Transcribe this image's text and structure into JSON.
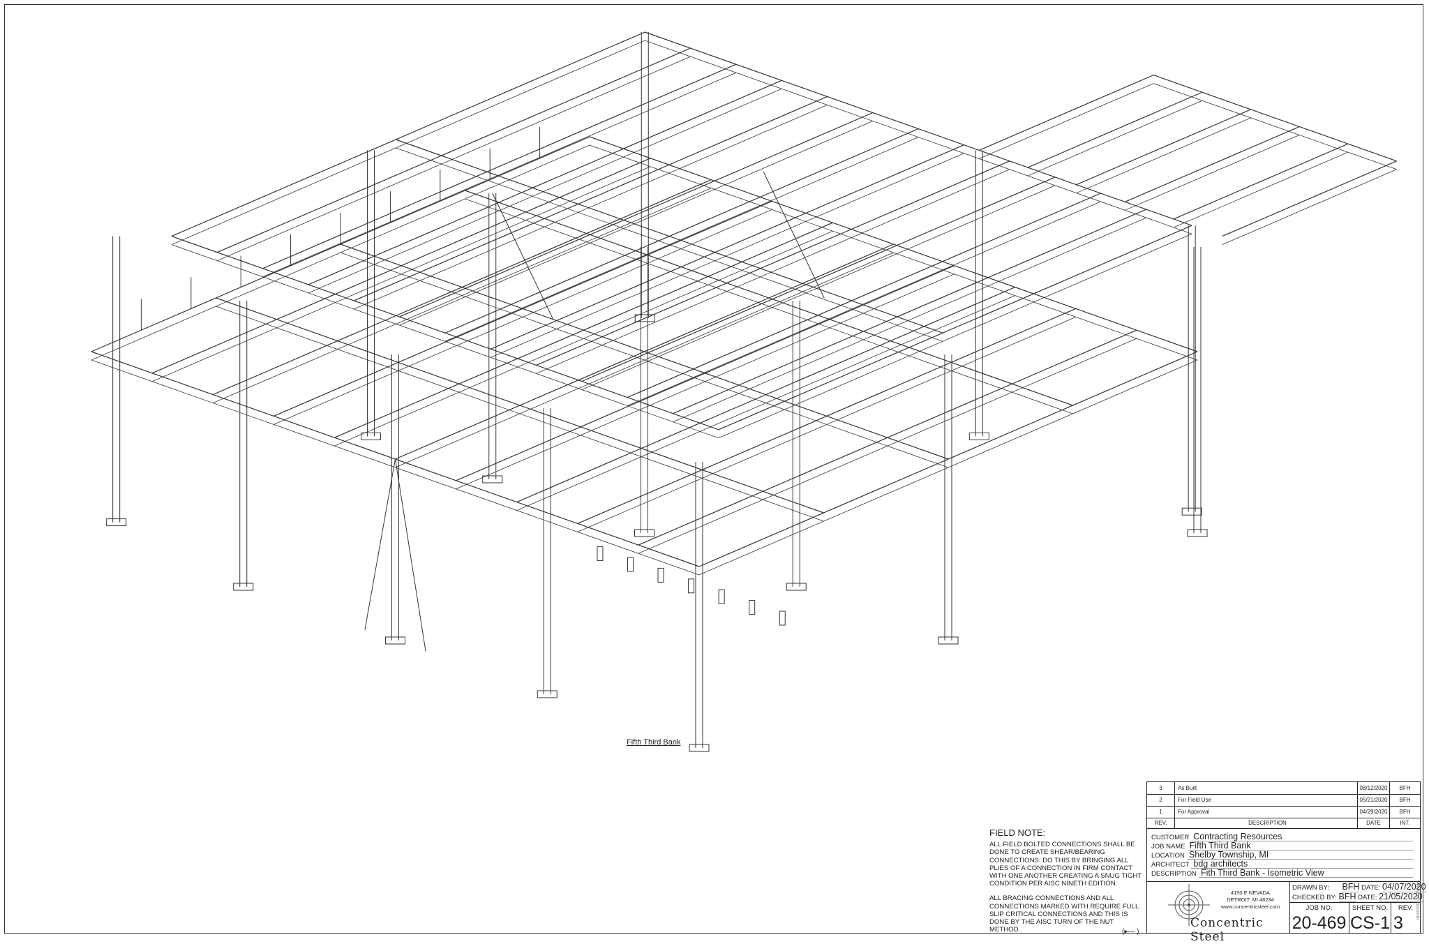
{
  "drawing": {
    "caption": "Fifth Third Bank",
    "line_color": "#333333"
  },
  "field_note": {
    "title": "FIELD NOTE:",
    "para1": "ALL FIELD BOLTED CONNECTIONS SHALL BE DONE TO CREATE SHEAR/BEARING CONNECTIONS:  DO THIS BY BRINGING ALL PLIES OF A CONNECTION IN FIRM CONTACT WITH ONE ANOTHER CREATING A SNUG TIGHT CONDITION PER AISC NINETH EDITION.",
    "para2": "ALL BRACING CONNECTIONS AND ALL CONNECTIONS MARKED WITH REQUIRE FULL SLIP CRITICAL CONNECTIONS AND THIS IS DONE BY THE AISC TURN OF THE NUT METHOD.",
    "symbol": "(▸— )"
  },
  "revisions": {
    "header": {
      "rev": "REV.",
      "description": "DESCRIPTION",
      "date": "DATE",
      "int": "INT."
    },
    "rows": [
      {
        "rev": "3",
        "description": "As Built",
        "date": "08/12/2020",
        "int": "BFH"
      },
      {
        "rev": "2",
        "description": "For Field Use",
        "date": "05/21/2020",
        "int": "BFH"
      },
      {
        "rev": "1",
        "description": "For Approval",
        "date": "04/29/2020",
        "int": "BFH"
      }
    ]
  },
  "info": {
    "customer_label": "CUSTOMER",
    "customer": "Contracting Resources",
    "job_name_label": "JOB NAME",
    "job_name": "Fifth Third Bank",
    "location_label": "LOCATION",
    "location": "Shelby Township, MI",
    "architect_label": "ARCHITECT",
    "architect": "bdg architects",
    "description_label": "DESCRIPTION",
    "description": "Fith Third Bank - Isometric View"
  },
  "company": {
    "address1": "4150 E NEVADA",
    "address2": "DETROIT, MI 48234",
    "website": "www.concentricsteel.com",
    "name": "Concentric Steel"
  },
  "signoff": {
    "drawn_label": "DRAWN BY:",
    "drawn_by": "BFH",
    "drawn_date_label": "DATE:",
    "drawn_date": "04/07/2020",
    "checked_label": "CHECKED BY:",
    "checked_by": "BFH",
    "checked_date_label": "DATE:",
    "checked_date": "21/05/2020"
  },
  "sheet": {
    "job_no_label": "JOB NO.",
    "job_no": "20-469",
    "sheet_no_label": "SHEET NO.",
    "sheet_no": "CS-1",
    "rev_label": "REV.",
    "rev": "3"
  },
  "plot_stamp": "08/12/2020 - 10:26:34am"
}
